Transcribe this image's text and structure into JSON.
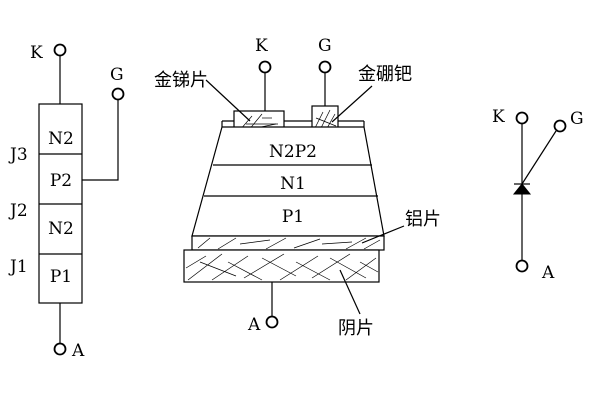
{
  "left": {
    "terminal_k": "K",
    "terminal_g": "G",
    "terminal_a": "A",
    "layers": [
      "N2",
      "P2",
      "N2",
      "P1"
    ],
    "junctions": [
      "J3",
      "J2",
      "J1"
    ]
  },
  "middle": {
    "terminal_k": "K",
    "terminal_g": "G",
    "terminal_a": "A",
    "layers": [
      "N2P2",
      "N1",
      "P1"
    ],
    "callouts": {
      "antimony": "金锑片",
      "boron": "金硼钯",
      "aluminum": "铝片",
      "cathode": "阴片"
    }
  },
  "right": {
    "terminal_k": "K",
    "terminal_g": "G",
    "terminal_a": "A"
  }
}
